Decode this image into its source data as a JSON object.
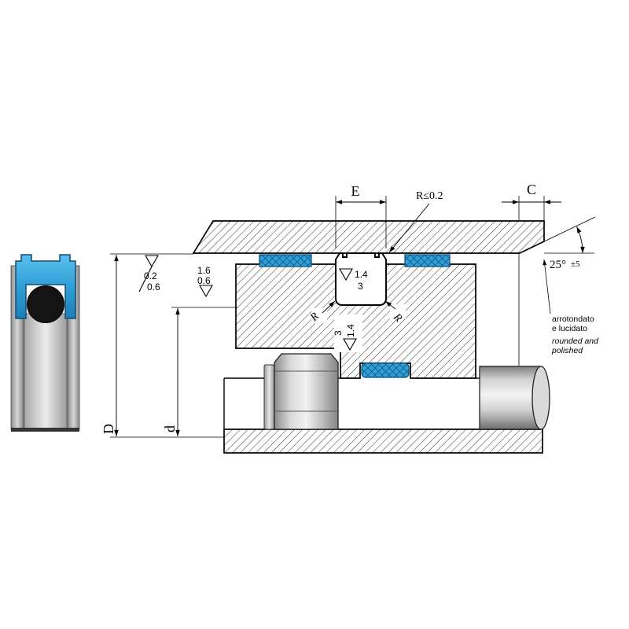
{
  "diagram": {
    "dims": {
      "E": "E",
      "C": "C",
      "D": "D",
      "d": "d"
    },
    "radius_note": "R≤0.2",
    "angle": {
      "value": "25°",
      "tolerance": "±5"
    },
    "groove_radius": {
      "left": "R",
      "right": "R"
    },
    "finish": {
      "bore": {
        "a": "0.2",
        "b": "0.6"
      },
      "outer": {
        "a": "1.6",
        "b": "0.6"
      },
      "groove_side": {
        "a": "1.4",
        "b": "3"
      },
      "groove_bottom": {
        "a": "3",
        "b": "1.4"
      }
    },
    "edge_note": {
      "it1": "arrotondato",
      "it2": "e lucidato",
      "en1": "rounded and",
      "en2": "polished"
    },
    "colors": {
      "seal_blue": "#2F9FD8",
      "seal_blue_dark": "#11537C",
      "o_ring_black": "#141414"
    }
  }
}
